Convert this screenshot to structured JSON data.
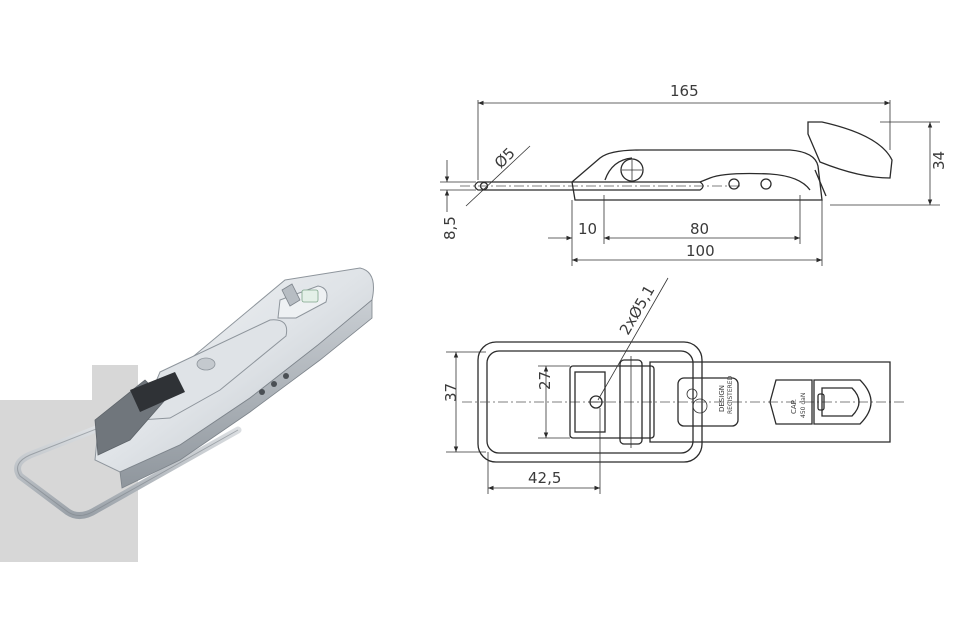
{
  "colors": {
    "background": "#ffffff",
    "line": "#2b2b2b",
    "photo_backdrop": "#d7d7d7",
    "metal_light": "#e9ecef",
    "metal_mid": "#c4c9ce",
    "metal_dark": "#8e959c"
  },
  "side_view": {
    "dim_length_total": "165",
    "dim_hole": "Ø5",
    "dim_height": "34",
    "dim_thickness": "8,5",
    "dim_offset": "10",
    "dim_hole_spacing": "80",
    "dim_base_length": "100"
  },
  "top_view": {
    "dim_holes": "2xØ5,1",
    "dim_inner_width": "27",
    "dim_width": "37",
    "dim_loop_length": "42,5",
    "stamp_design_line1": "DESIGN",
    "stamp_design_line2": "REGISTERED",
    "stamp_capacity_line1": "CAP.",
    "stamp_capacity_line2": "450 daN"
  }
}
